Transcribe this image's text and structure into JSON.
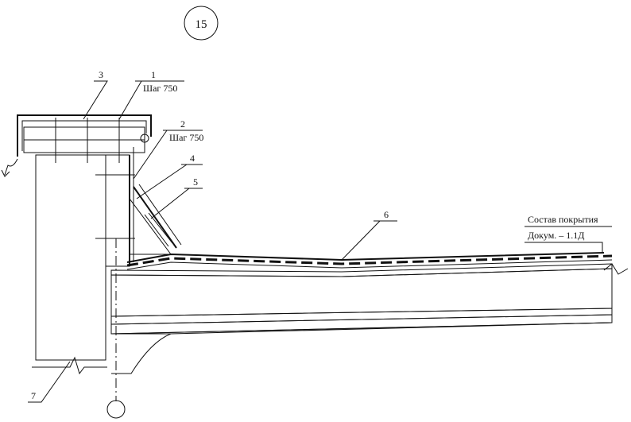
{
  "detail": {
    "number": "15"
  },
  "callouts": [
    {
      "id": "1",
      "label": "1",
      "note": "Шаг 750"
    },
    {
      "id": "2",
      "label": "2",
      "note": "Шаг 750"
    },
    {
      "id": "3",
      "label": "3",
      "note": ""
    },
    {
      "id": "4",
      "label": "4",
      "note": ""
    },
    {
      "id": "5",
      "label": "5",
      "note": ""
    },
    {
      "id": "6",
      "label": "6",
      "note": ""
    },
    {
      "id": "7",
      "label": "7",
      "note": ""
    }
  ],
  "roof_note": {
    "line1": "Состав покрытия",
    "line2": "Докум. – 1.1Д"
  },
  "colors": {
    "ink": "#111111",
    "paper": "#ffffff"
  }
}
